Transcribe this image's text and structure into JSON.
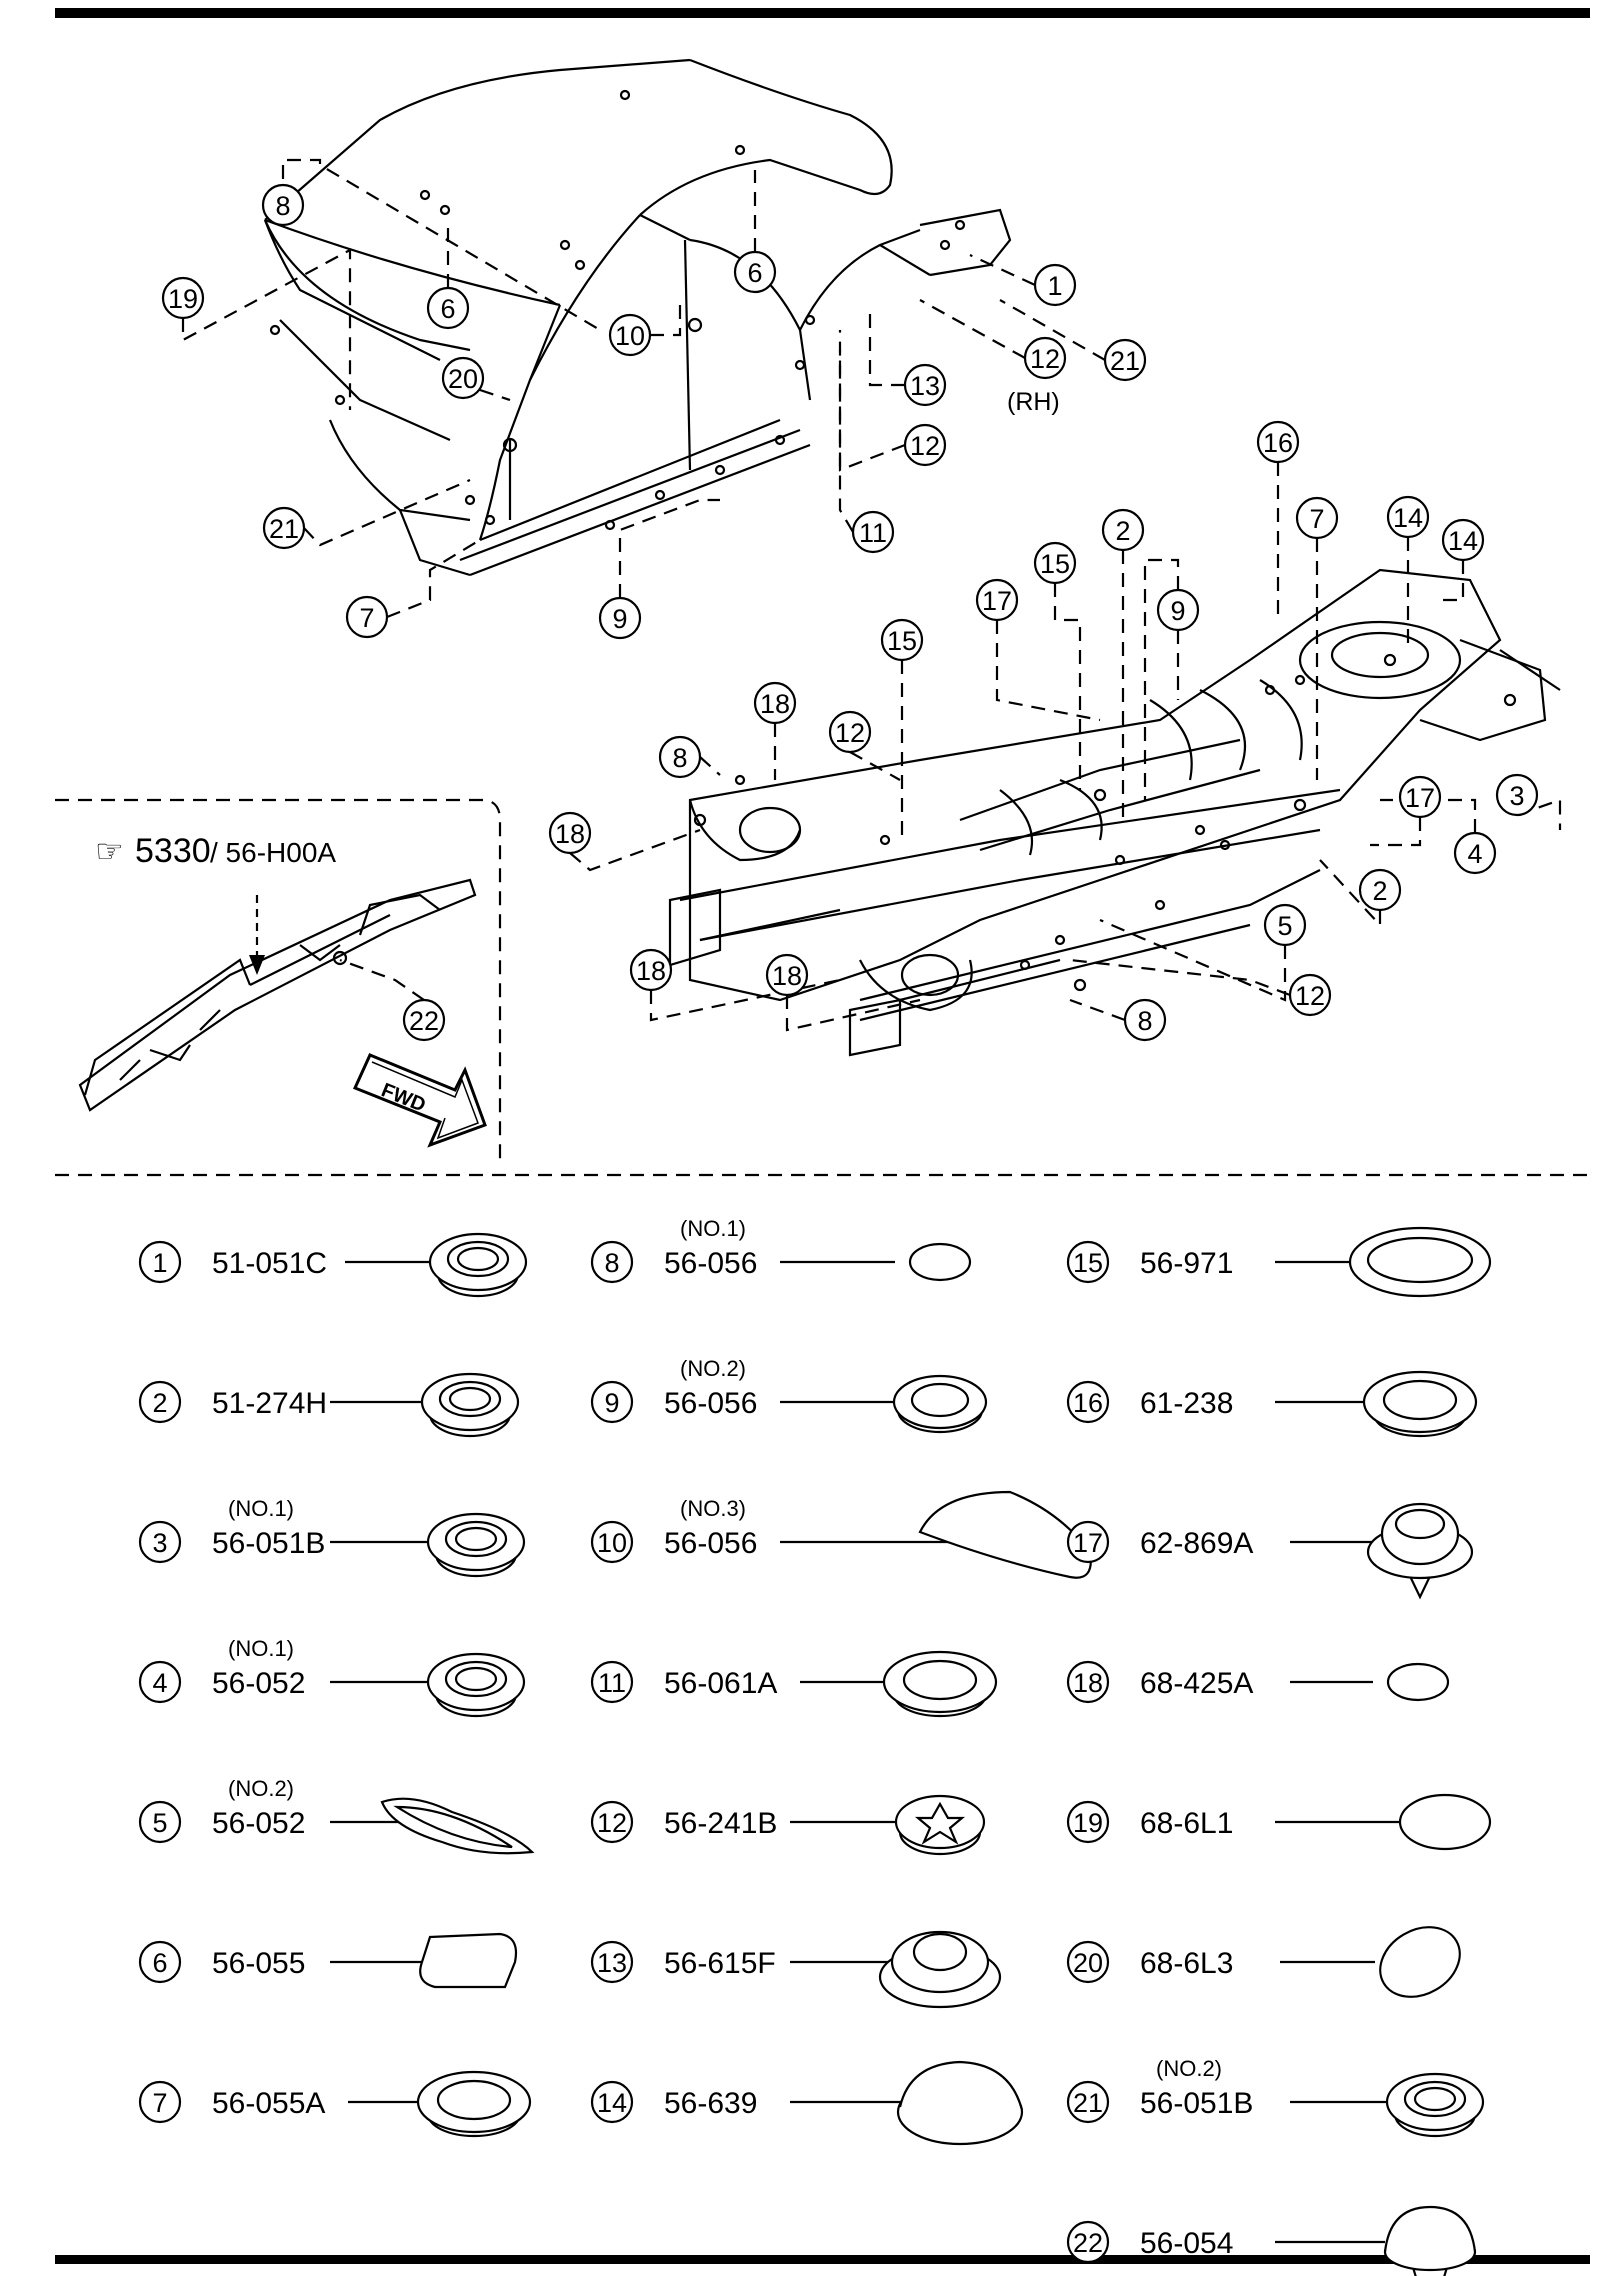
{
  "diagram_labels": {
    "rh": "(RH)",
    "ref_symbol": "☞",
    "ref_main": "5330",
    "ref_sub": "/ 56-H00A",
    "fwd": "FWD"
  },
  "callouts": [
    {
      "num": "8"
    },
    {
      "num": "19"
    },
    {
      "num": "6"
    },
    {
      "num": "6"
    },
    {
      "num": "10"
    },
    {
      "num": "20"
    },
    {
      "num": "1"
    },
    {
      "num": "12"
    },
    {
      "num": "21"
    },
    {
      "num": "13"
    },
    {
      "num": "12"
    },
    {
      "num": "21"
    },
    {
      "num": "7"
    },
    {
      "num": "9"
    },
    {
      "num": "11"
    },
    {
      "num": "16"
    },
    {
      "num": "7"
    },
    {
      "num": "14"
    },
    {
      "num": "14"
    },
    {
      "num": "2"
    },
    {
      "num": "15"
    },
    {
      "num": "17"
    },
    {
      "num": "9"
    },
    {
      "num": "15"
    },
    {
      "num": "18"
    },
    {
      "num": "12"
    },
    {
      "num": "8"
    },
    {
      "num": "18"
    },
    {
      "num": "3"
    },
    {
      "num": "17"
    },
    {
      "num": "4"
    },
    {
      "num": "2"
    },
    {
      "num": "5"
    },
    {
      "num": "12"
    },
    {
      "num": "18"
    },
    {
      "num": "18"
    },
    {
      "num": "8"
    },
    {
      "num": "22"
    }
  ],
  "parts": [
    {
      "num": "1",
      "part": "51-051C",
      "note": ""
    },
    {
      "num": "2",
      "part": "51-274H",
      "note": ""
    },
    {
      "num": "3",
      "part": "56-051B",
      "note": "(NO.1)"
    },
    {
      "num": "4",
      "part": "56-052",
      "note": "(NO.1)"
    },
    {
      "num": "5",
      "part": "56-052",
      "note": "(NO.2)"
    },
    {
      "num": "6",
      "part": "56-055",
      "note": ""
    },
    {
      "num": "7",
      "part": "56-055A",
      "note": ""
    },
    {
      "num": "8",
      "part": "56-056",
      "note": "(NO.1)"
    },
    {
      "num": "9",
      "part": "56-056",
      "note": "(NO.2)"
    },
    {
      "num": "10",
      "part": "56-056",
      "note": "(NO.3)"
    },
    {
      "num": "11",
      "part": "56-061A",
      "note": ""
    },
    {
      "num": "12",
      "part": "56-241B",
      "note": ""
    },
    {
      "num": "13",
      "part": "56-615F",
      "note": ""
    },
    {
      "num": "14",
      "part": "56-639",
      "note": ""
    },
    {
      "num": "15",
      "part": "56-971",
      "note": ""
    },
    {
      "num": "16",
      "part": "61-238",
      "note": ""
    },
    {
      "num": "17",
      "part": "62-869A",
      "note": ""
    },
    {
      "num": "18",
      "part": "68-425A",
      "note": ""
    },
    {
      "num": "19",
      "part": "68-6L1",
      "note": ""
    },
    {
      "num": "20",
      "part": "68-6L3",
      "note": ""
    },
    {
      "num": "21",
      "part": "56-051B",
      "note": "(NO.2)"
    },
    {
      "num": "22",
      "part": "56-054",
      "note": ""
    }
  ]
}
